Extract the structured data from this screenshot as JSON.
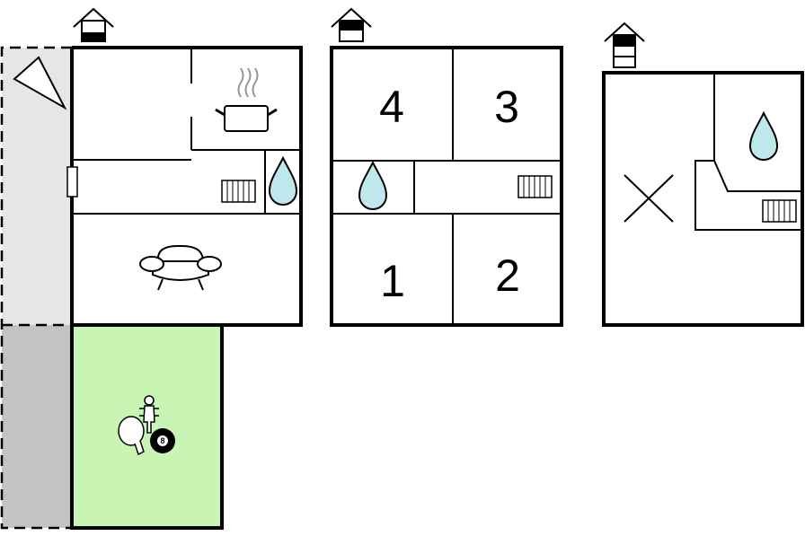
{
  "floors": [
    {
      "name": "floor-1",
      "rooms": []
    },
    {
      "name": "floor-2",
      "rooms": [
        {
          "label": "4"
        },
        {
          "label": "3"
        },
        {
          "label": "1"
        },
        {
          "label": "2"
        }
      ]
    },
    {
      "name": "floor-3",
      "rooms": []
    }
  ],
  "amenities": {
    "billiard_ball_number": "8"
  },
  "colors": {
    "garden": "#c8f4b4",
    "terrace_light": "#e6e6e6",
    "terrace_dark": "#c3c3c3",
    "water": "#bfe8ee",
    "steam": "#999999"
  }
}
